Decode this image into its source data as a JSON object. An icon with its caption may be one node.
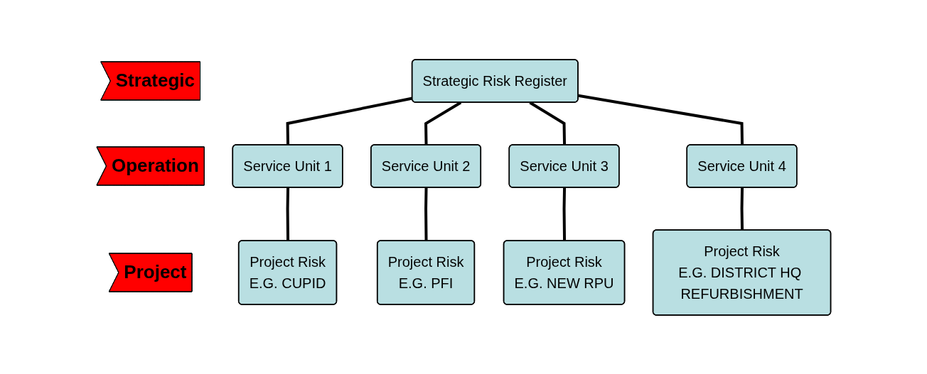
{
  "diagram": {
    "nodes": [
      {
        "text": [
          "Strategic"
        ]
      },
      {
        "text": [
          "Strategic Risk Register"
        ]
      },
      {
        "text": [
          "Operation"
        ]
      },
      {
        "text": [
          "Service Unit 1"
        ]
      },
      {
        "text": [
          "Service Unit 2"
        ]
      },
      {
        "text": [
          "Service Unit 3"
        ]
      },
      {
        "text": [
          "Service Unit 4"
        ]
      },
      {
        "text": [
          "Project"
        ]
      },
      {
        "text": [
          "Project Risk",
          "E.G. CUPID"
        ]
      },
      {
        "text": [
          "Project Risk",
          "E.G. PFI"
        ]
      },
      {
        "text": [
          "Project Risk",
          "E.G. NEW RPU"
        ]
      },
      {
        "text": [
          "Project Risk",
          "E.G. DISTRICT HQ REFURBISHMENT"
        ]
      }
    ],
    "edges": [
      {
        "from": 1,
        "to": 3,
        "arrow": "none"
      },
      {
        "from": 1,
        "to": 4,
        "arrow": "none"
      },
      {
        "from": 1,
        "to": 5,
        "arrow": "none"
      },
      {
        "from": 1,
        "to": 6,
        "arrow": "none"
      },
      {
        "from": 3,
        "to": 8,
        "arrow": "none"
      },
      {
        "from": 4,
        "to": 9,
        "arrow": "none"
      },
      {
        "from": 5,
        "to": 10,
        "arrow": "none"
      },
      {
        "from": 6,
        "to": 11,
        "arrow": "none"
      }
    ]
  }
}
